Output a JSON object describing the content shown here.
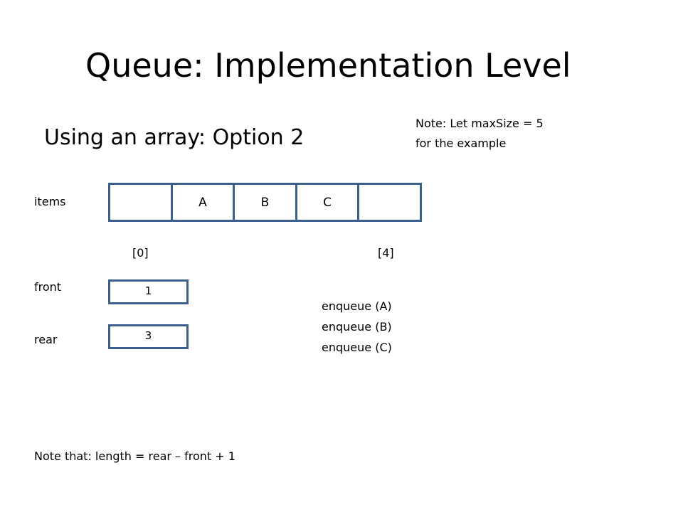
{
  "title": "Queue:  Implementation Level",
  "subtitle": "Using an array:  Option 2",
  "note_max": {
    "line1": "Note:  Let maxSize = 5",
    "line2": "for the example"
  },
  "labels": {
    "items": "items",
    "front": "front",
    "rear": "rear"
  },
  "array": {
    "cells": [
      "",
      "A",
      "B",
      "C",
      ""
    ],
    "first_index": "[0]",
    "last_index": "[4]"
  },
  "front_value": "1",
  "rear_value": "3",
  "operations": [
    "enqueue (A)",
    "enqueue (B)",
    "enqueue (C)"
  ],
  "note_length": "Note that:  length = rear – front + 1",
  "colors": {
    "box_border": "#3c5f8d",
    "text": "#000000",
    "background": "#ffffff"
  }
}
